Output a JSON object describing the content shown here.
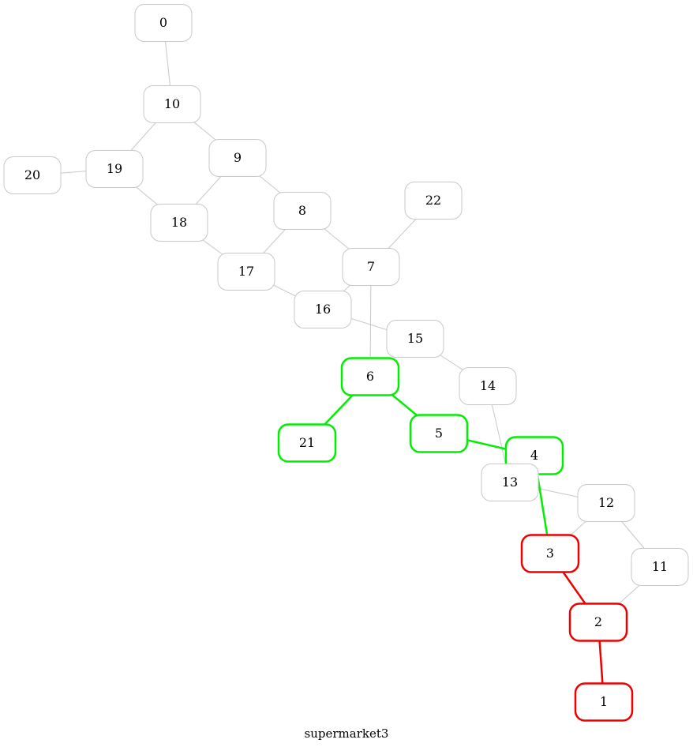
{
  "title": "supermarket3",
  "colors": {
    "default_edge": "#c8c8c8",
    "default_node_border": "#c8c8c8",
    "green": "#00ee00",
    "red": "#ee0000",
    "label": "#000000",
    "background": "#ffffff"
  },
  "nodes": [
    {
      "id": "0",
      "label": "0",
      "status": "default"
    },
    {
      "id": "1",
      "label": "1",
      "status": "red"
    },
    {
      "id": "2",
      "label": "2",
      "status": "red"
    },
    {
      "id": "3",
      "label": "3",
      "status": "red"
    },
    {
      "id": "4",
      "label": "4",
      "status": "green"
    },
    {
      "id": "5",
      "label": "5",
      "status": "green"
    },
    {
      "id": "6",
      "label": "6",
      "status": "green"
    },
    {
      "id": "7",
      "label": "7",
      "status": "default"
    },
    {
      "id": "8",
      "label": "8",
      "status": "default"
    },
    {
      "id": "9",
      "label": "9",
      "status": "default"
    },
    {
      "id": "10",
      "label": "10",
      "status": "default"
    },
    {
      "id": "11",
      "label": "11",
      "status": "default"
    },
    {
      "id": "12",
      "label": "12",
      "status": "default"
    },
    {
      "id": "13",
      "label": "13",
      "status": "default"
    },
    {
      "id": "14",
      "label": "14",
      "status": "default"
    },
    {
      "id": "15",
      "label": "15",
      "status": "default"
    },
    {
      "id": "16",
      "label": "16",
      "status": "default"
    },
    {
      "id": "17",
      "label": "17",
      "status": "default"
    },
    {
      "id": "18",
      "label": "18",
      "status": "default"
    },
    {
      "id": "19",
      "label": "19",
      "status": "default"
    },
    {
      "id": "20",
      "label": "20",
      "status": "default"
    },
    {
      "id": "21",
      "label": "21",
      "status": "green"
    },
    {
      "id": "22",
      "label": "22",
      "status": "default"
    }
  ],
  "edges": [
    {
      "from": "0",
      "to": "10",
      "status": "default"
    },
    {
      "from": "10",
      "to": "19",
      "status": "default"
    },
    {
      "from": "10",
      "to": "9",
      "status": "default"
    },
    {
      "from": "19",
      "to": "20",
      "status": "default"
    },
    {
      "from": "19",
      "to": "18",
      "status": "default"
    },
    {
      "from": "9",
      "to": "18",
      "status": "default"
    },
    {
      "from": "9",
      "to": "8",
      "status": "default"
    },
    {
      "from": "18",
      "to": "17",
      "status": "default"
    },
    {
      "from": "8",
      "to": "17",
      "status": "default"
    },
    {
      "from": "8",
      "to": "7",
      "status": "default"
    },
    {
      "from": "22",
      "to": "7",
      "status": "default"
    },
    {
      "from": "17",
      "to": "16",
      "status": "default"
    },
    {
      "from": "7",
      "to": "16",
      "status": "default"
    },
    {
      "from": "7",
      "to": "6",
      "status": "default"
    },
    {
      "from": "16",
      "to": "15",
      "status": "default"
    },
    {
      "from": "15",
      "to": "14",
      "status": "default"
    },
    {
      "from": "14",
      "to": "13",
      "status": "default"
    },
    {
      "from": "13",
      "to": "12",
      "status": "default"
    },
    {
      "from": "12",
      "to": "3",
      "status": "default"
    },
    {
      "from": "12",
      "to": "11",
      "status": "default"
    },
    {
      "from": "11",
      "to": "2",
      "status": "default"
    },
    {
      "from": "6",
      "to": "21",
      "status": "green"
    },
    {
      "from": "6",
      "to": "5",
      "status": "green"
    },
    {
      "from": "5",
      "to": "4",
      "status": "green"
    },
    {
      "from": "4",
      "to": "3",
      "status": "green"
    },
    {
      "from": "3",
      "to": "2",
      "status": "red"
    },
    {
      "from": "2",
      "to": "1",
      "status": "red"
    }
  ]
}
